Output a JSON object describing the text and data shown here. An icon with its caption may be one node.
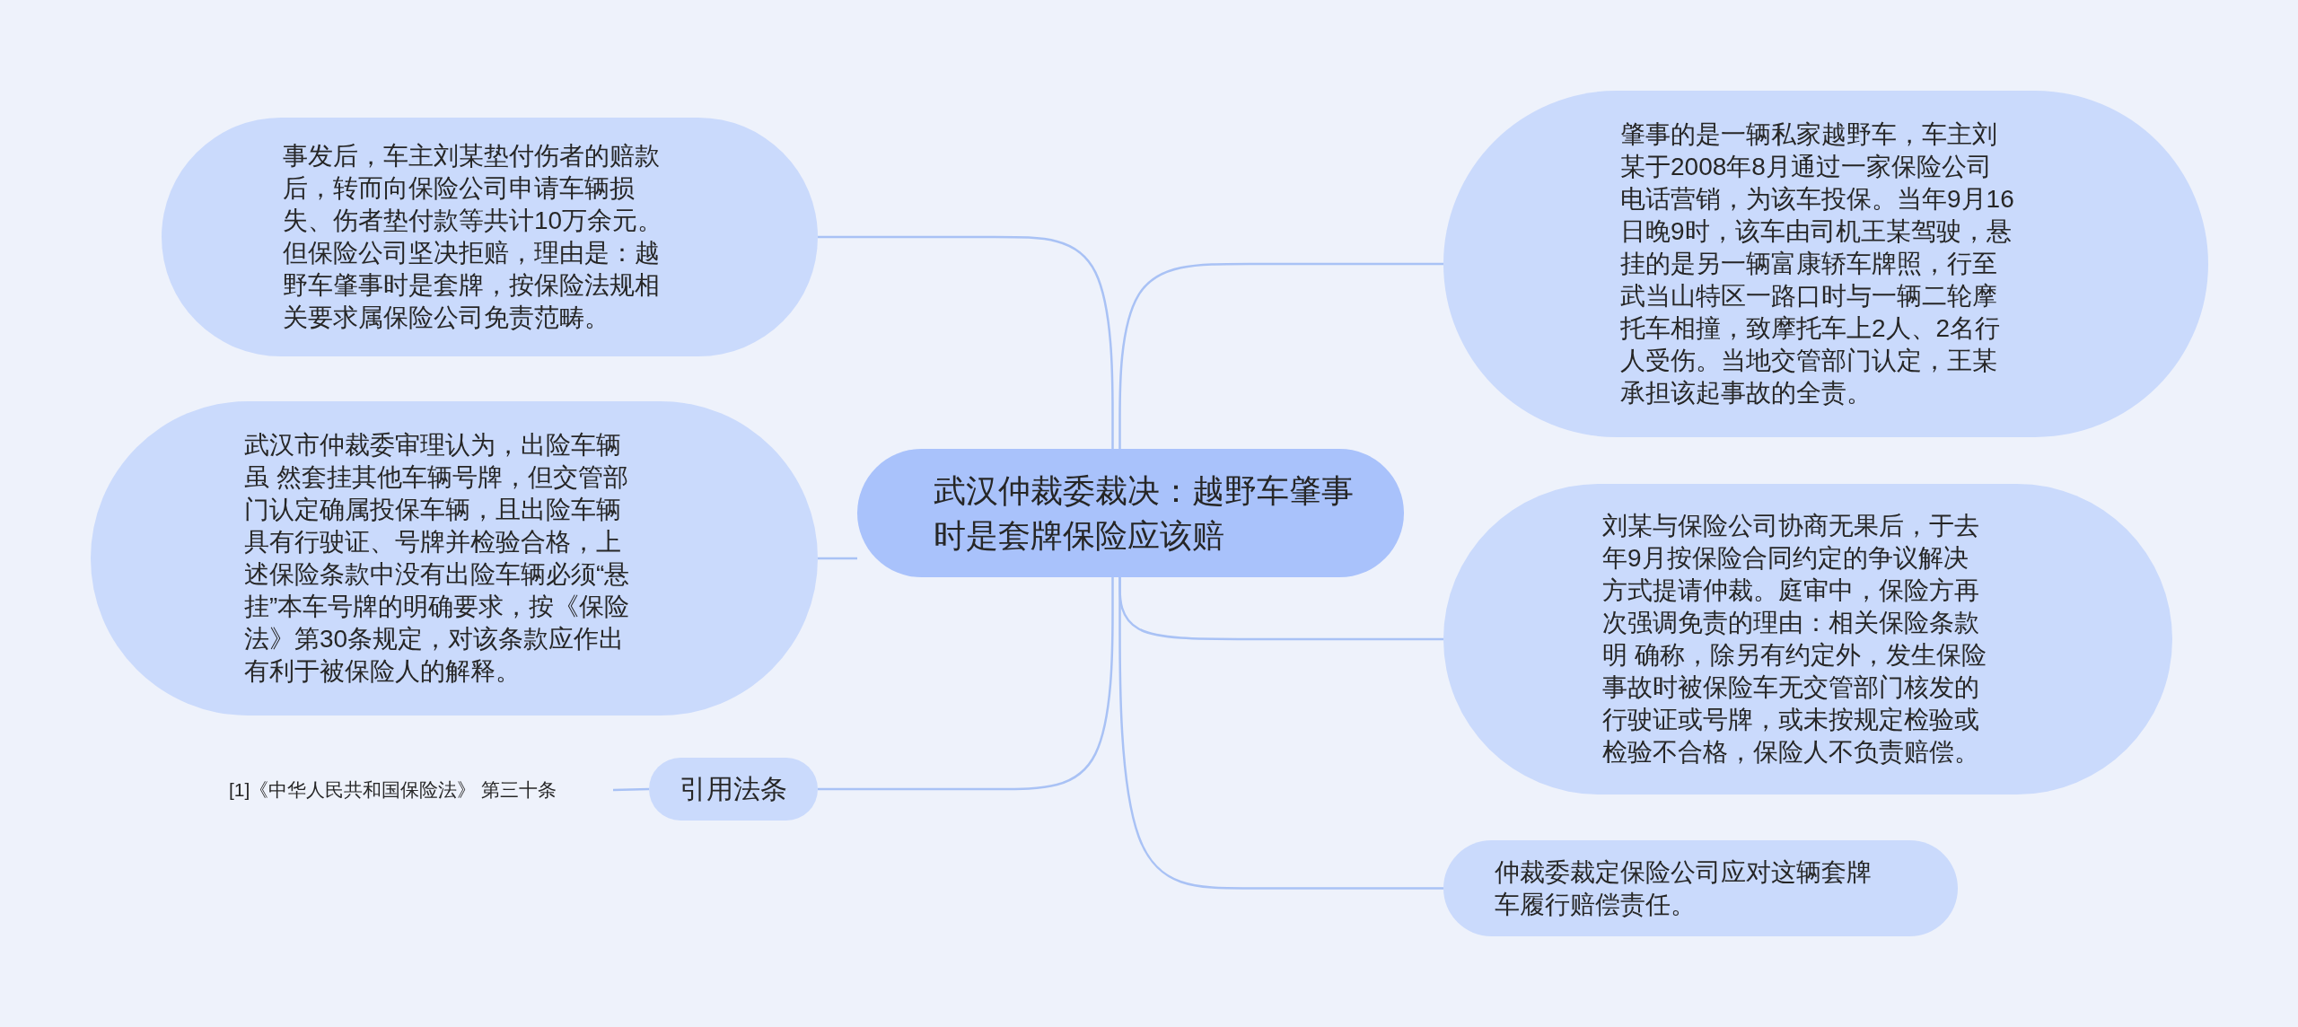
{
  "diagram": {
    "nodes": [
      {
        "text": [
          "武汉仲裁委裁决：越野车肇事时是套牌保险应该赔"
        ]
      },
      {
        "text": [
          "肇事的是一辆私家越野车，车主刘某于2008年8月通过一家保险公司电话营销，为该车投保。当年9月16日晚9时，该车由司机王某驾驶，悬挂的是另一辆富康轿车牌照，行至武当山特区一路口时与一辆二轮摩托车相撞，致摩托车上2人、2名行人受伤。当地交管部门认定，王某承担该起事故的全责。"
        ]
      },
      {
        "text": [
          "刘某与保险公司协商无果后，于去年9月按保险合同约定的争议解决方式提请仲裁。庭审中，保险方再次强调免责的理由：相关保险条款明 确称，除另有约定外，发生保险事故时被保险车无交管部门核发的行驶证或号牌，或未按规定检验或检验不合格，保险人不负责赔偿。"
        ]
      },
      {
        "text": [
          "仲裁委裁定保险公司应对这辆套牌车履行赔偿责任。"
        ]
      },
      {
        "text": [
          "事发后，车主刘某垫付伤者的赔款后，转而向保险公司申请车辆损失、伤者垫付款等共计10万余元。但保险公司坚决拒赔，理由是：越野车肇事时是套牌，按保险法规相关要求属保险公司免责范畴。"
        ]
      },
      {
        "text": [
          "武汉市仲裁委审理认为，出险车辆虽 然套挂其他车辆号牌，但交管部门认定确属投保车辆，且出险车辆具有行驶证、号牌并检验合格，上述保险条款中没有出险车辆必须“悬挂”本车号牌的明确要求，按《保险法》第30条规定，对该条款应作出有利于被保险人的解释。"
        ]
      },
      {
        "text": [
          "引用法条"
        ]
      },
      {
        "text": [
          "[1]《中华人民共和国保险法》 第三十条"
        ]
      }
    ],
    "edges": [
      {
        "from": 0,
        "to": 1,
        "arrow": "none"
      },
      {
        "from": 0,
        "to": 2,
        "arrow": "none"
      },
      {
        "from": 0,
        "to": 3,
        "arrow": "none"
      },
      {
        "from": 0,
        "to": 4,
        "arrow": "none"
      },
      {
        "from": 0,
        "to": 5,
        "arrow": "none"
      },
      {
        "from": 0,
        "to": 6,
        "arrow": "none"
      },
      {
        "from": 6,
        "to": 7,
        "arrow": "none"
      }
    ]
  }
}
